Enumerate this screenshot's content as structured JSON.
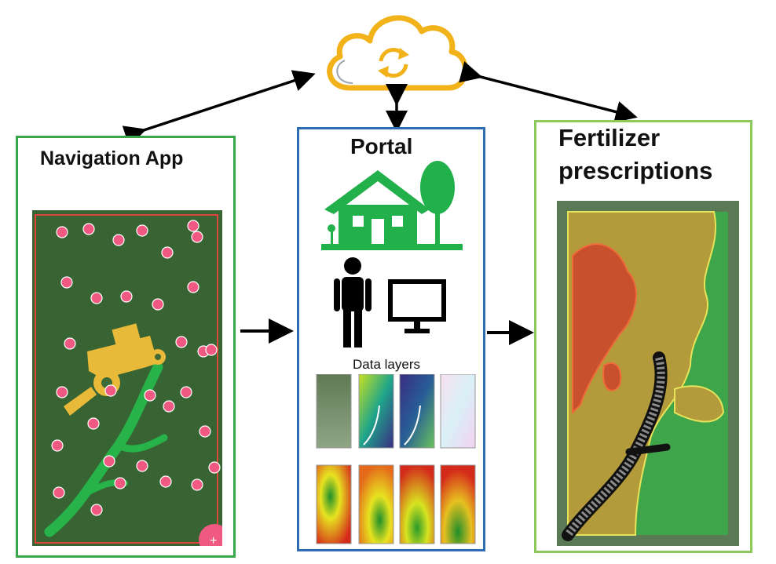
{
  "navigation": {
    "title": "Navigation App"
  },
  "portal": {
    "title": "Portal",
    "data_layers_label": "Data layers"
  },
  "fertilizer": {
    "title_line1": "Fertilizer",
    "title_line2": "prescriptions"
  },
  "colors": {
    "nav_border": "#3aa64a",
    "portal_border": "#2e6db4",
    "fert_border": "#8cc85a",
    "cloud_stroke": "#f2b21a",
    "house_green": "#22b04b",
    "pin": "#f05a82"
  },
  "icons": [
    "cloud-sync-icon",
    "house-icon",
    "tree-icon",
    "person-icon",
    "monitor-icon",
    "tractor-icon",
    "map-pin-icon"
  ]
}
